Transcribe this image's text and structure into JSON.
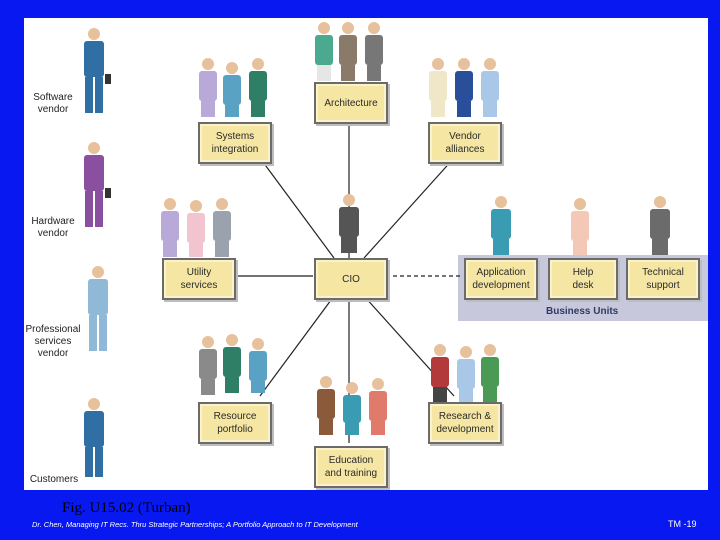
{
  "colors": {
    "slide_background": "#0818f0",
    "panel": "#ffffff",
    "box_fill": "#f5e6a3",
    "business_units_band": "#c8c8dc",
    "connector": "#222222"
  },
  "diagram": {
    "center": "CIO",
    "nodes": {
      "architecture": "Architecture",
      "systems_integration": "Systems\nintegration",
      "vendor_alliances": "Vendor\nalliances",
      "utility_services": "Utility\nservices",
      "resource_portfolio": "Resource\nportfolio",
      "research_development": "Research &\ndevelopment",
      "education_training": "Education\nand training"
    },
    "business_units": {
      "label": "Business Units",
      "items": [
        "Application\ndevelopment",
        "Help\ndesk",
        "Technical\nsupport"
      ]
    },
    "side_labels": {
      "software_vendor": "Software\nvendor",
      "hardware_vendor": "Hardware\nvendor",
      "professional_services_vendor": "Professional\nservices\nvendor",
      "customers": "Customers"
    }
  },
  "caption": "Fig. U15.02 (Turban)",
  "footer": {
    "left": "Dr. Chen, Managing IT Recs. Thru Strategic Partnerships; A Portfolio Approach to IT Development",
    "right": "TM -19"
  }
}
